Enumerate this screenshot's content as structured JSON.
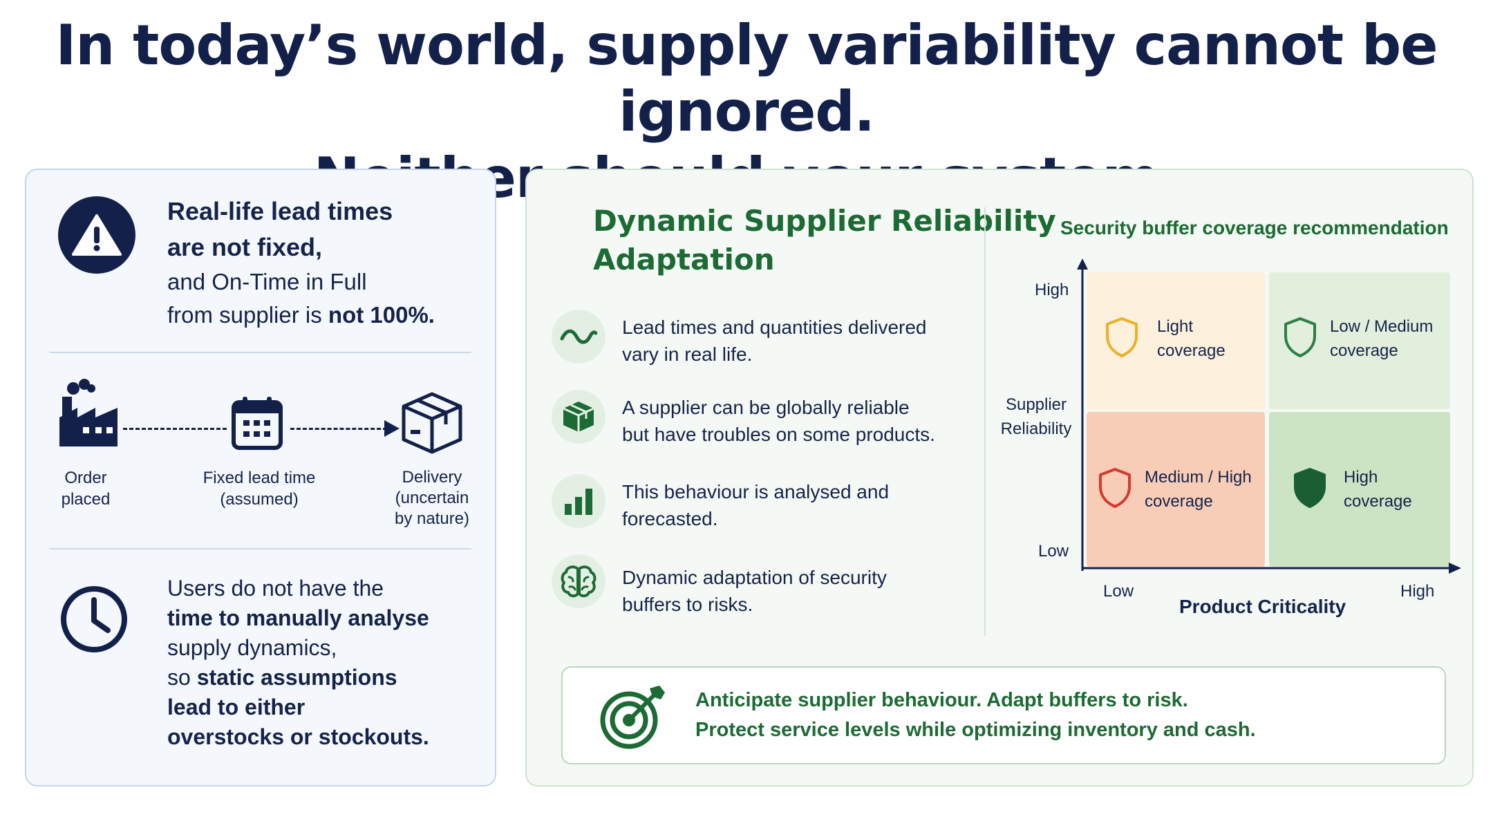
{
  "title": {
    "line1": "In today’s world, supply variability cannot be ignored.",
    "line2": "Neither should your system."
  },
  "left": {
    "warning_icon": "warning-triangle-icon",
    "lead_line1": "Real-life lead times",
    "lead_line2": "are not fixed,",
    "lead_line3": "and On-Time in Full",
    "lead_line4_pre": "from supplier is ",
    "lead_line4_bold": "not 100%.",
    "flow": {
      "step1_line1": "Order",
      "step1_line2": "placed",
      "step2_line1": "Fixed lead time",
      "step2_line2": "(assumed)",
      "step3_line1": "Delivery",
      "step3_line2": "(uncertain",
      "step3_line3": "by nature)"
    },
    "users_line1": "Users do not have the",
    "users_line2": "time to manually analyse",
    "users_line3": "supply dynamics,",
    "users_line4_pre": "so ",
    "users_line4_bold": "static assumptions",
    "users_line5": "lead to either",
    "users_line6": "overstocks or stockouts."
  },
  "right": {
    "heading_line1": "Dynamic Supplier Reliability",
    "heading_line2": "Adaptation",
    "features": [
      {
        "icon": "wave-icon",
        "line1": "Lead times and quantities delivered",
        "line2": "vary in real life."
      },
      {
        "icon": "box-icon",
        "line1": "A supplier can be globally reliable",
        "line2": "but have troubles on some products."
      },
      {
        "icon": "bar-chart-icon",
        "line1": "This behaviour is analysed and",
        "line2": "forecasted."
      },
      {
        "icon": "brain-icon",
        "line1": "Dynamic adaptation of security",
        "line2": "buffers to risks."
      }
    ],
    "matrix": {
      "title": "Security buffer coverage recommendation",
      "y_label_line1": "Supplier",
      "y_label_line2": "Reliability",
      "y_high": "High",
      "y_low": "Low",
      "x_label": "Product Criticality",
      "x_low": "Low",
      "x_high": "High",
      "cells": {
        "top_left_line1": "Light",
        "top_left_line2": "coverage",
        "top_right_line1": "Low / Medium",
        "top_right_line2": "coverage",
        "bottom_left_line1": "Medium / High",
        "bottom_left_line2": "coverage",
        "bottom_right_line1": "High",
        "bottom_right_line2": "coverage"
      },
      "colors": {
        "light": "#fdf0dd",
        "low_medium": "#e2efdd",
        "medium_high": "#f8cdb8",
        "high": "#cce4c4"
      }
    },
    "banner_line1": "Anticipate supplier behaviour. Adapt buffers to risk.",
    "banner_line2": "Protect service levels while optimizing inventory and cash."
  }
}
